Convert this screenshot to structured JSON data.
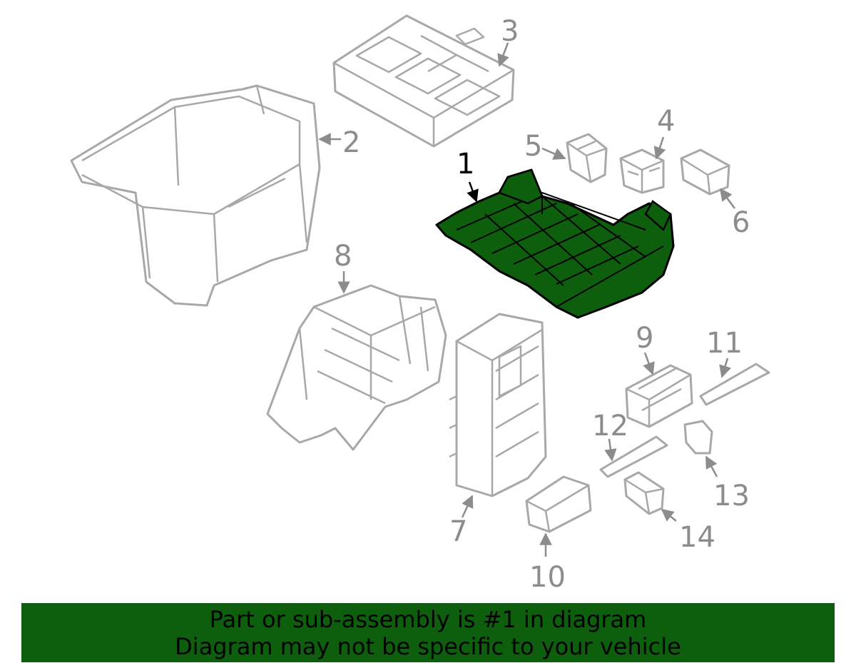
{
  "callouts": {
    "c1": "1",
    "c2": "2",
    "c3": "3",
    "c4": "4",
    "c5": "5",
    "c6": "6",
    "c7": "7",
    "c8": "8",
    "c9": "9",
    "c10": "10",
    "c11": "11",
    "c12": "12",
    "c13": "13",
    "c14": "14"
  },
  "banner": {
    "line1": "Part or sub-assembly is #1 in diagram",
    "line2": "Diagram may not be specific to your vehicle"
  },
  "colors": {
    "highlight": "#0d5f0d",
    "part_outline": "#a8a8a8",
    "label": "#8c8c8c"
  }
}
